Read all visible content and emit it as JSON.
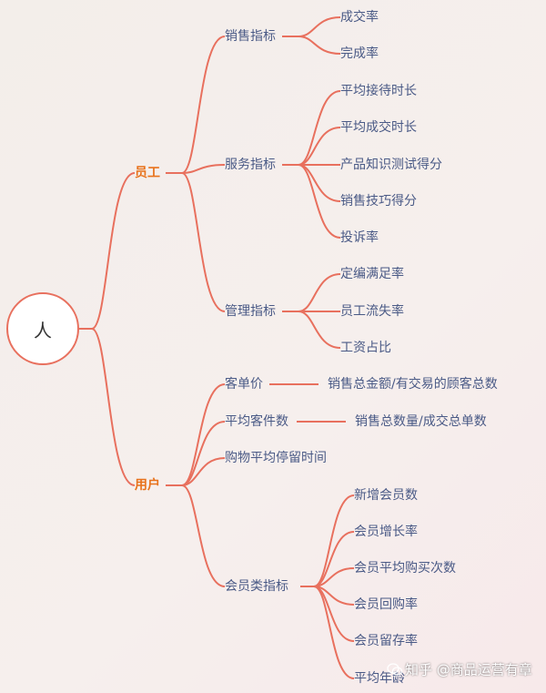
{
  "colors": {
    "line": "#e8705e",
    "text": "#4a5a86",
    "category": "#e8721c"
  },
  "root": {
    "label": "人"
  },
  "employee": {
    "label": "员工",
    "groups": [
      {
        "label": "销售指标",
        "items": [
          "成交率",
          "完成率"
        ]
      },
      {
        "label": "服务指标",
        "items": [
          "平均接待时长",
          "平均成交时长",
          "产品知识测试得分",
          "销售技巧得分",
          "投诉率"
        ]
      },
      {
        "label": "管理指标",
        "items": [
          "定编满足率",
          "员工流失率",
          "工资占比"
        ]
      }
    ]
  },
  "user": {
    "label": "用户",
    "groups": [
      {
        "label": "客单价",
        "note": "销售总金额/有交易的顾客总数"
      },
      {
        "label": "平均客件数",
        "note": "销售总数量/成交总单数"
      },
      {
        "label": "购物平均停留时间"
      },
      {
        "label": "会员类指标",
        "items": [
          "新增会员数",
          "会员增长率",
          "会员平均购买次数",
          "会员回购率",
          "会员留存率",
          "平均年龄"
        ]
      }
    ]
  },
  "watermark": {
    "text": "知乎 @商品运营有章",
    "icon": "wechat-icon"
  }
}
